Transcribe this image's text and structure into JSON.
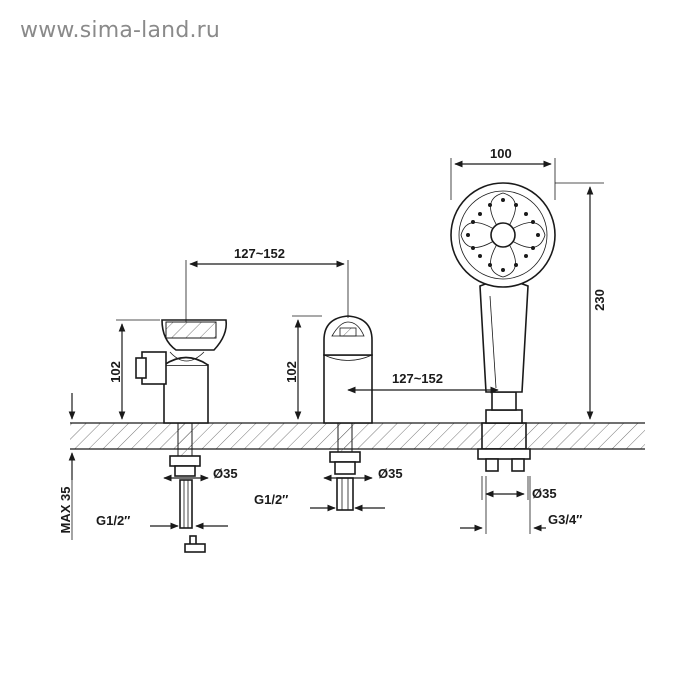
{
  "watermark": "www.sima-land.ru",
  "dimensions": {
    "spout_spacing": "127~152",
    "handle_spacing": "127~152",
    "height_left": "102",
    "height_middle": "102",
    "shower_width": "100",
    "shower_height": "230",
    "max_deck": "MAX 35",
    "dia_left": "Ø35",
    "dia_middle": "Ø35",
    "dia_right": "Ø35",
    "thread_left": "G1/2″",
    "thread_middle": "G1/2″",
    "thread_right": "G3/4″"
  }
}
